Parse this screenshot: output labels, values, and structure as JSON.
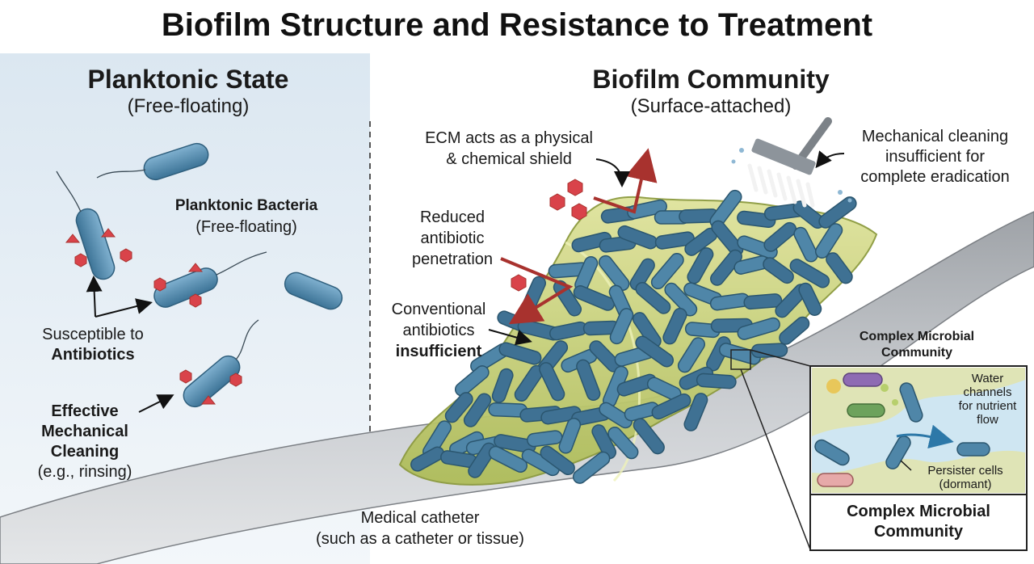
{
  "title": "Biofilm Structure and Resistance to Treatment",
  "planktonic": {
    "heading": "Planktonic State",
    "subheading": "(Free-floating)",
    "bacteria_label": {
      "line1": "Planktonic Bacteria",
      "line2": "(Free-floating)"
    },
    "susceptible": {
      "line1": "Susceptible to",
      "line2": "Antibiotics"
    },
    "cleaning": {
      "line1": "Effective",
      "line2": "Mechanical",
      "line3": "Cleaning",
      "line4": "(e.g., rinsing)"
    }
  },
  "biofilm": {
    "heading": "Biofilm Community",
    "subheading": "(Surface-attached)",
    "ecm": {
      "line1": "ECM acts as a physical",
      "line2": "& chemical shield"
    },
    "mechanical": {
      "line1": "Mechanical cleaning",
      "line2": "insufficient for",
      "line3": "complete eradication"
    },
    "penetration": {
      "line1": "Reduced",
      "line2": "antibiotic",
      "line3": "penetration"
    },
    "conventional": {
      "line1": "Conventional",
      "line2": "antibiotics",
      "line3": "insufficient"
    },
    "catheter": {
      "line1": "Medical catheter",
      "line2": "(such as a catheter or tissue)"
    }
  },
  "inset": {
    "top_label": {
      "line1": "Complex Microbial",
      "line2": "Community"
    },
    "water": {
      "line1": "Water",
      "line2": "channels",
      "line3": "for nutrient",
      "line4": "flow"
    },
    "persister": {
      "line1": "Persister cells",
      "line2": "(dormant)"
    },
    "caption": {
      "line1": "Complex Microbial",
      "line2": "Community"
    }
  },
  "colors": {
    "bacteria": "#4f86a8",
    "bacteria_dark": "#2f5f7d",
    "ecm": "#c9d17a",
    "antibiotic": "#d9434a",
    "arrow_red": "#a8322e",
    "catheter": "#b9bcc0",
    "left_panel": "#e6eef5"
  }
}
